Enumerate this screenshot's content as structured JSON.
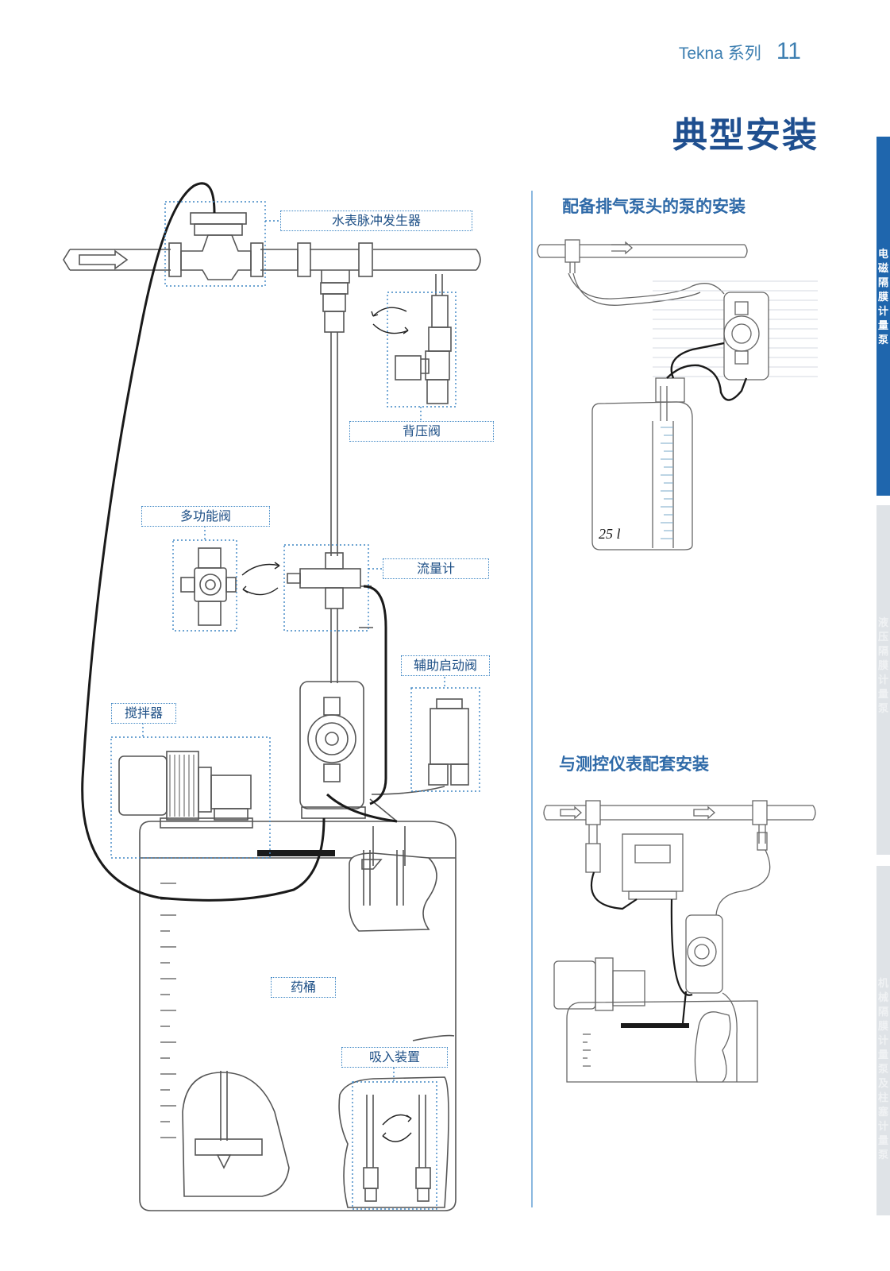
{
  "header": {
    "series": "Tekna 系列",
    "page_number": "11"
  },
  "main_title": "典型安装",
  "sections": {
    "vent_title": "配备排气泵头的泵的安装",
    "controller_title": "与测控仪表配套安装"
  },
  "main_diagram": {
    "callouts": {
      "water_meter": "水表脉冲发生器",
      "back_pressure_valve": "背压阀",
      "multifunction_valve": "多功能阀",
      "flow_meter": "流量计",
      "aux_priming_valve": "辅助启动阀",
      "mixer": "搅拌器",
      "chemical_tank": "药桶",
      "suction_device": "吸入装置"
    }
  },
  "vent_diagram": {
    "tank_volume": "25 l"
  },
  "side_tabs": [
    {
      "label": "电磁隔膜计量泵",
      "state": "active"
    },
    {
      "label": "液压隔膜计量泵",
      "state": "inactive"
    },
    {
      "label": "机械隔膜计量泵及柱塞计量泵",
      "state": "inactive"
    }
  ],
  "colors": {
    "accent_blue": "#1f66ad",
    "title_blue": "#1f4f8f",
    "callout_border": "#3e86c4",
    "line_gray": "#555555",
    "cable_black": "#1a1a1a"
  }
}
